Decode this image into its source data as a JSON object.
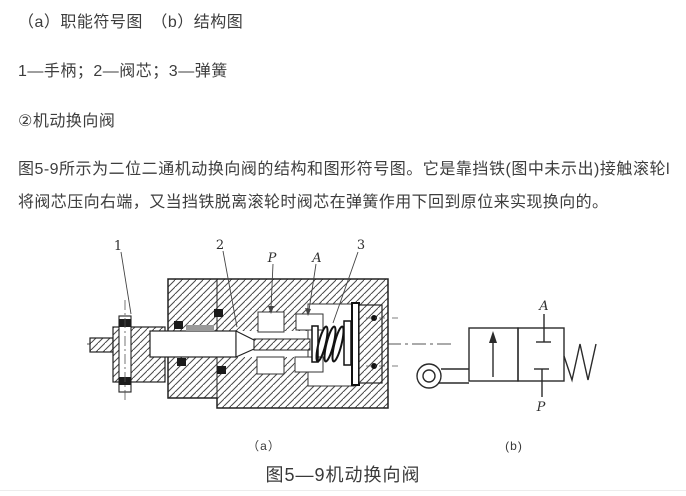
{
  "header": {
    "line1": "（a）职能符号图　（b）结构图",
    "legend": "1—手柄；2—阀芯；3—弹簧",
    "subheading": "②机动换向阀"
  },
  "paragraph": "图5-9所示为二位二通机动换向阀的结构和图形符号图。它是靠挡铁(图中未示出)接触滚轮l将阀芯压向右端，又当挡铁脱离滚轮时阀芯在弹簧作用下回到原位来实现换向的。",
  "figure": {
    "part_a": {
      "label": "（a）",
      "callouts": [
        "1",
        "2",
        "3"
      ],
      "ports": [
        "P",
        "A"
      ]
    },
    "part_b": {
      "label": "(b)",
      "ports": [
        "A",
        "P"
      ]
    },
    "caption": "图5—9机动换向阀"
  },
  "colors": {
    "text": "#3d3d3d",
    "diagram_stroke": "#2a2a2a",
    "background": "#ffffff"
  }
}
